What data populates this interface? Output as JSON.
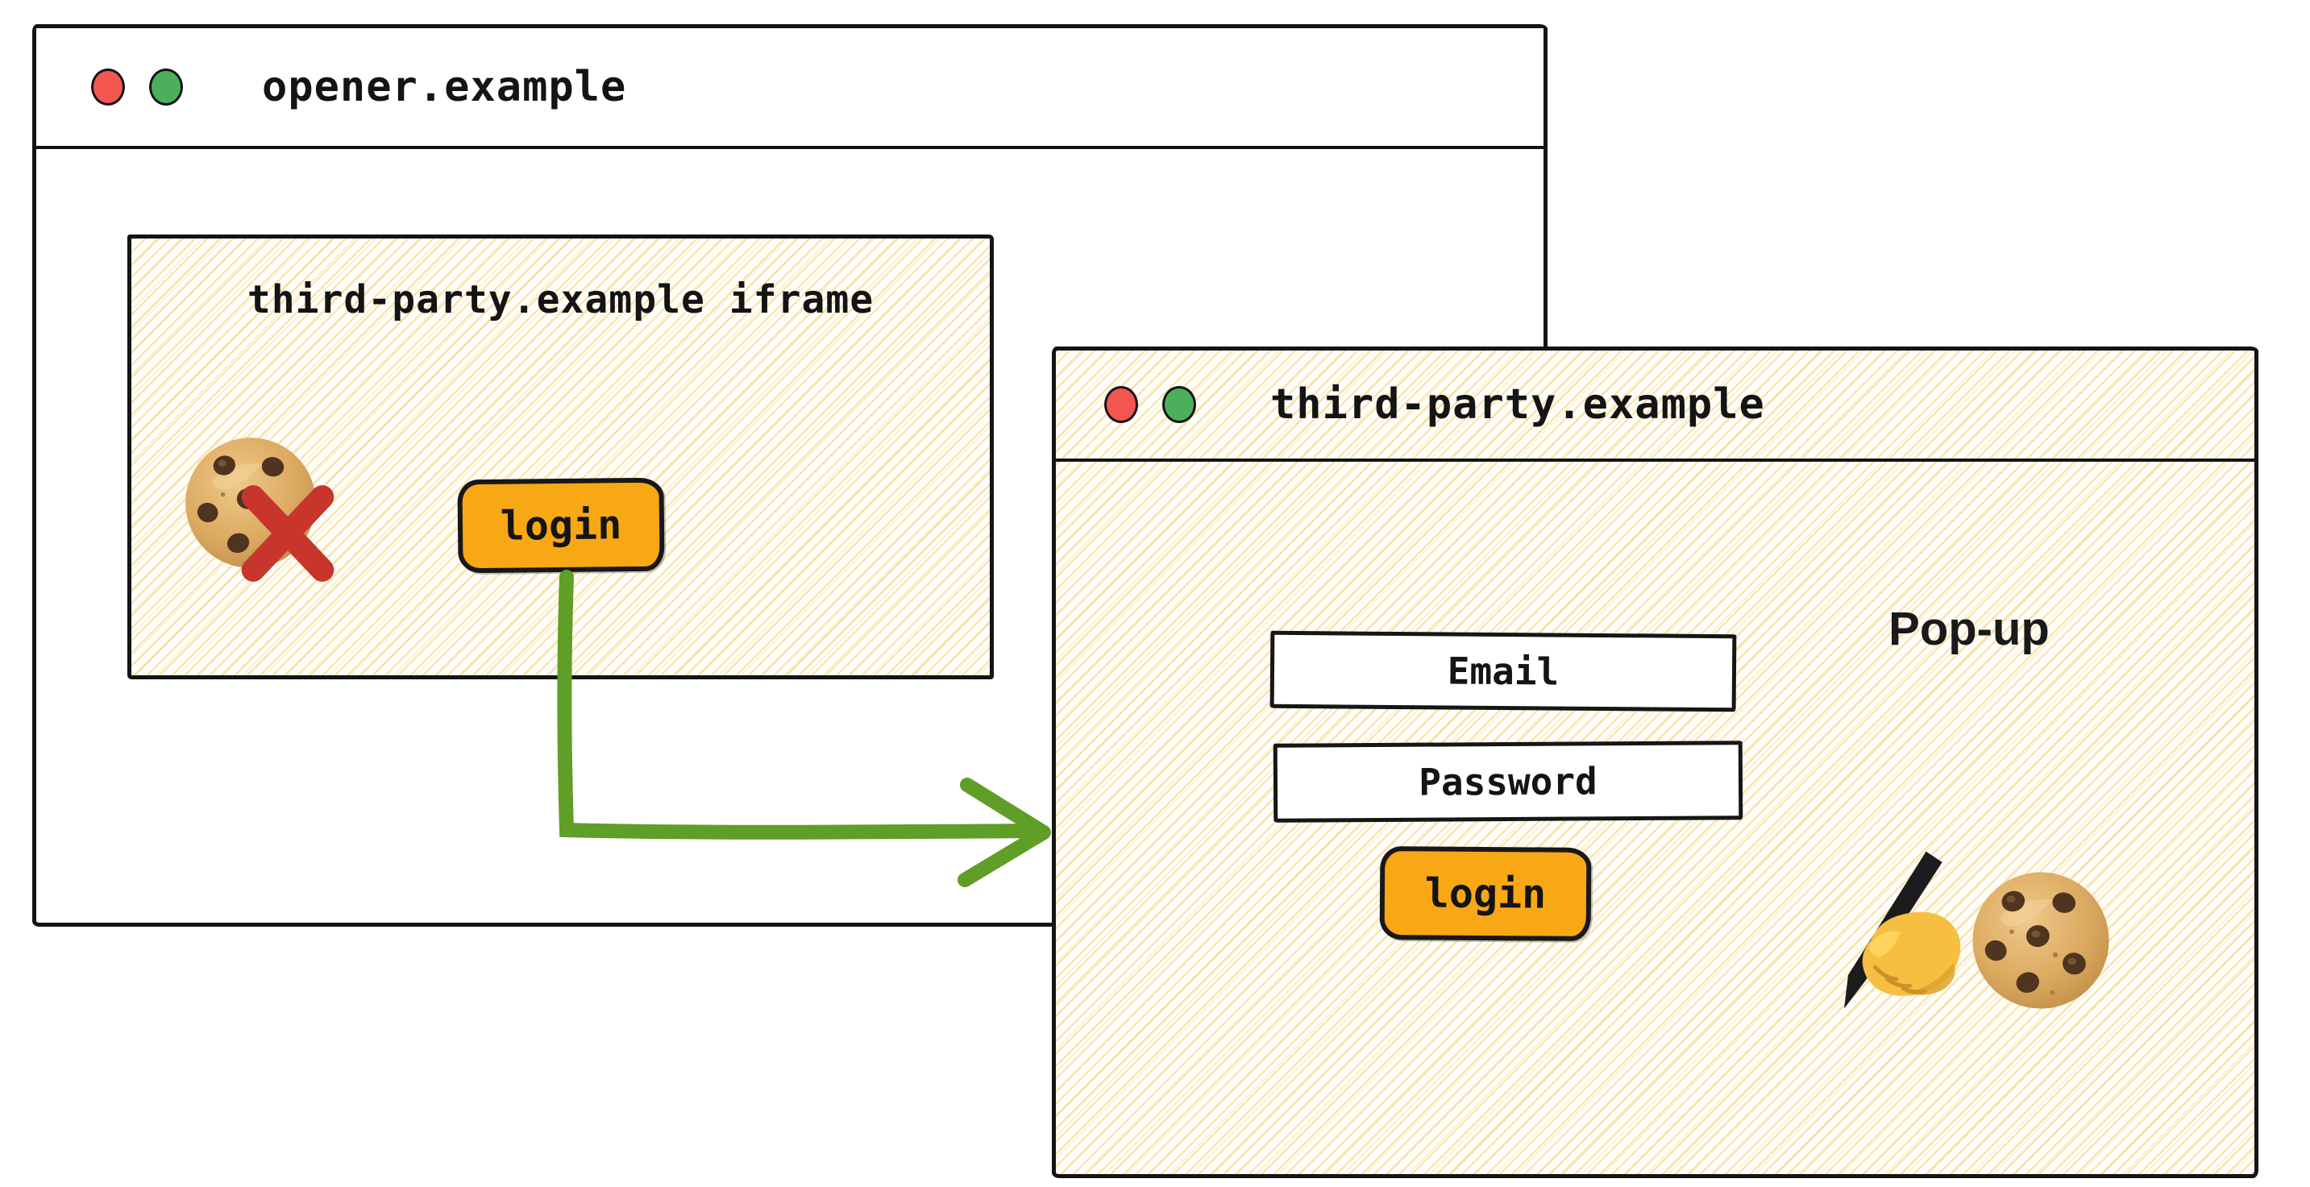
{
  "opener_window": {
    "title": "opener.example",
    "window_controls": [
      "close",
      "zoom"
    ],
    "iframe": {
      "heading": "third-party.example iframe",
      "login_button_label": "login",
      "cookie_blocked": true
    }
  },
  "popup_window": {
    "title": "third-party.example",
    "window_controls": [
      "close",
      "zoom"
    ],
    "popup_label": "Pop-up",
    "email_placeholder": "Email",
    "password_placeholder": "Password",
    "login_button_label": "login"
  },
  "icons": {
    "opener_iframe": [
      "cookie-icon",
      "cross-mark-icon"
    ],
    "popup": [
      "writing-hand-icon",
      "cookie-icon"
    ]
  },
  "colors": {
    "button_orange": "#f8a814",
    "arrow_green": "#5f9e27",
    "blocked_cross_red": "#c8352c",
    "traffic_light_red": "#f3564e",
    "traffic_light_green": "#4cb05a",
    "hachure_gold": "#f2cb6a",
    "ink_black": "#141414"
  }
}
